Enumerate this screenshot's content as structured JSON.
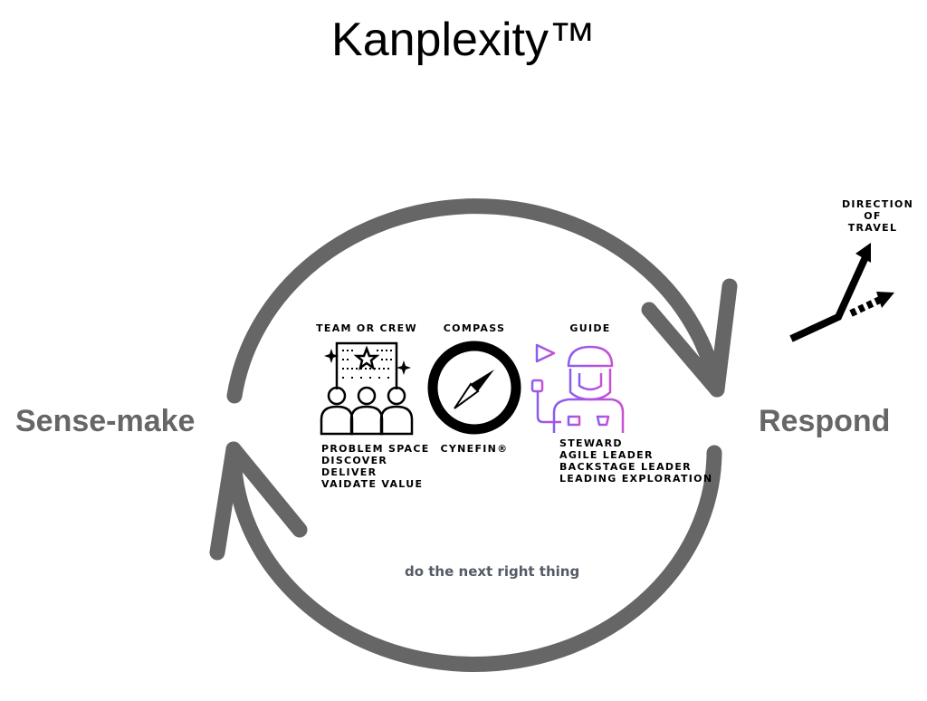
{
  "title": "Kanplexity™",
  "left_label": "Sense-make",
  "right_label": "Respond",
  "caption": "do the next right thing",
  "direction": [
    "DIRECTION",
    "OF",
    "TRAVEL"
  ],
  "team": {
    "heading": "TEAM OR CREW",
    "items": [
      "PROBLEM SPACE",
      "DISCOVER",
      "DELIVER",
      "VAIDATE VALUE"
    ]
  },
  "compass": {
    "heading": "COMPASS",
    "items": [
      "CYNEFIN®"
    ]
  },
  "guide": {
    "heading": "GUIDE",
    "items": [
      "STEWARD",
      "AGILE LEADER",
      "BACKSTAGE LEADER",
      "LEADING EXPLORATION"
    ]
  },
  "colors": {
    "cycle": "#666666",
    "guide_start": "#8a5cf0",
    "guide_end": "#c94fd6"
  },
  "icons": [
    "team-icon",
    "compass-icon",
    "guide-icon",
    "direction-arrow-icon"
  ]
}
